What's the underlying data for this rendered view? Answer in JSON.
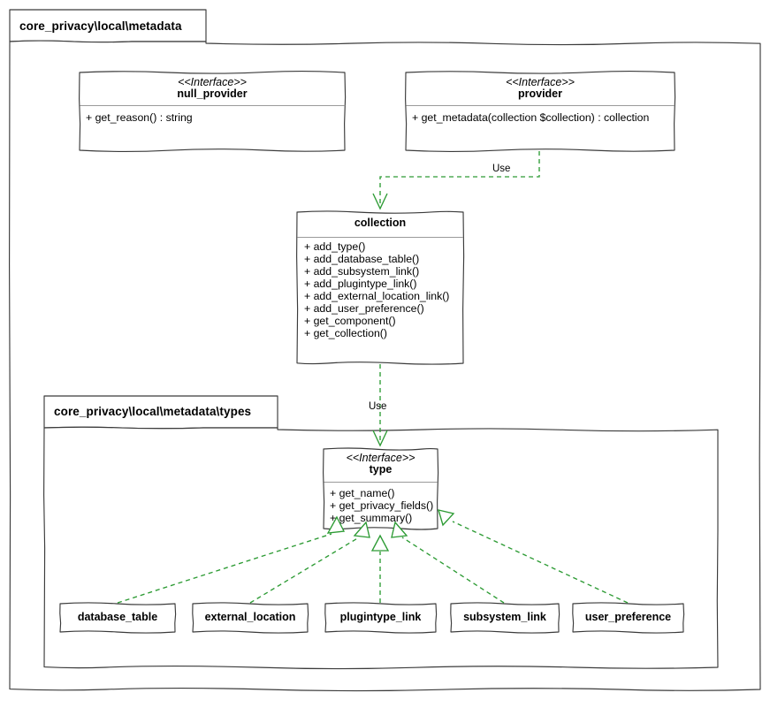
{
  "diagram": {
    "kind": "uml-class-diagram",
    "background_color": "#ffffff",
    "line_color": "#3b3b3b",
    "relation_color": "#2d9b34",
    "packages": [
      {
        "id": "pkg-metadata",
        "title": "core_privacy\\local\\metadata"
      },
      {
        "id": "pkg-types",
        "title": "core_privacy\\local\\metadata\\types"
      }
    ],
    "classes": [
      {
        "id": "null_provider",
        "stereotype": "<<Interface>>",
        "name": "null_provider",
        "members": [
          "+ get_reason() : string"
        ]
      },
      {
        "id": "provider",
        "stereotype": "<<Interface>>",
        "name": "provider",
        "members": [
          "+ get_metadata(collection $collection) : collection"
        ]
      },
      {
        "id": "collection",
        "stereotype": "",
        "name": "collection",
        "members": [
          "+ add_type()",
          "+ add_database_table()",
          "+ add_subsystem_link()",
          "+ add_plugintype_link()",
          "+ add_external_location_link()",
          "+ add_user_preference()",
          "+ get_component()",
          "+ get_collection()"
        ]
      },
      {
        "id": "type",
        "stereotype": "<<Interface>>",
        "name": "type",
        "members": [
          "+ get_name()",
          "+ get_privacy_fields()",
          "+ get_summary()"
        ]
      },
      {
        "id": "database_table",
        "stereotype": "",
        "name": "database_table",
        "members": []
      },
      {
        "id": "external_location",
        "stereotype": "",
        "name": "external_location",
        "members": []
      },
      {
        "id": "plugintype_link",
        "stereotype": "",
        "name": "plugintype_link",
        "members": []
      },
      {
        "id": "subsystem_link",
        "stereotype": "",
        "name": "subsystem_link",
        "members": []
      },
      {
        "id": "user_preference",
        "stereotype": "",
        "name": "user_preference",
        "members": []
      }
    ],
    "relations": [
      {
        "id": "provider-uses-collection",
        "type": "dependency",
        "label": "Use",
        "from": "provider",
        "to": "collection"
      },
      {
        "id": "collection-uses-type",
        "type": "dependency",
        "label": "Use",
        "from": "collection",
        "to": "type"
      },
      {
        "id": "database_table-realizes-type",
        "type": "realization",
        "label": "",
        "from": "database_table",
        "to": "type"
      },
      {
        "id": "external_location-realizes-type",
        "type": "realization",
        "label": "",
        "from": "external_location",
        "to": "type"
      },
      {
        "id": "plugintype_link-realizes-type",
        "type": "realization",
        "label": "",
        "from": "plugintype_link",
        "to": "type"
      },
      {
        "id": "subsystem_link-realizes-type",
        "type": "realization",
        "label": "",
        "from": "subsystem_link",
        "to": "type"
      },
      {
        "id": "user_preference-realizes-type",
        "type": "realization",
        "label": "",
        "from": "user_preference",
        "to": "type"
      }
    ]
  }
}
